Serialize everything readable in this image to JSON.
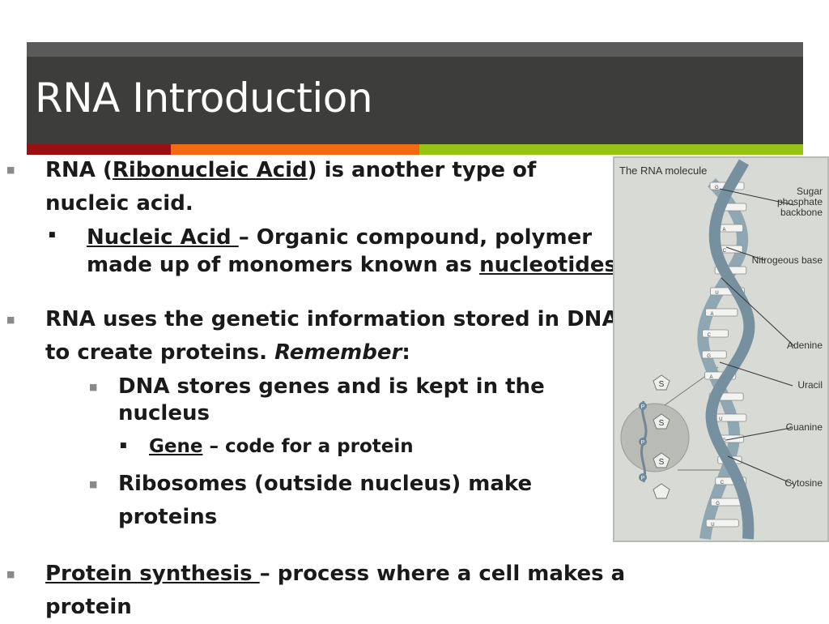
{
  "slide": {
    "title": "RNA Introduction",
    "accent_colors": [
      "#9a0f0f",
      "#f26a12",
      "#97c414"
    ]
  },
  "content": {
    "bullet1": {
      "line1_pre": "RNA (",
      "line1_term": "Ribonucleic Acid",
      "line1_post": ") is another type of",
      "line2": "nucleic acid.",
      "sub": {
        "term": "Nucleic Acid ",
        "line1_post": "– Organic compound, polymer",
        "line2_pre": "made up of monomers known as ",
        "line2_term": "nucleotides"
      }
    },
    "bullet2": {
      "line1": "RNA uses the genetic information stored in DNA",
      "line2_pre": "to create proteins.  ",
      "line2_em": "Remember",
      "line2_post": ":",
      "sub1": {
        "line1": "DNA stores genes and is kept in the",
        "line2": "nucleus",
        "subsub": {
          "term": "Gene",
          "post": " – code for a protein"
        }
      },
      "sub2": {
        "line1": "Ribosomes (outside nucleus) make",
        "line2": "proteins"
      }
    },
    "bullet3": {
      "term": "Protein synthesis ",
      "line1_post": "– process where a cell makes a",
      "line2": "protein"
    }
  },
  "figure": {
    "title": "The RNA molecule",
    "labels": {
      "sugar": [
        "Sugar",
        "phosphate",
        "backbone"
      ],
      "nitrogenous": "Nitrogeous base",
      "adenine": "Adenine",
      "uracil": "Uracil",
      "guanine": "Guanine",
      "cytosine": "Cytosine"
    },
    "inset_glyphs": {
      "phosphate": "P",
      "sugar": "S"
    },
    "base_letters": [
      "G",
      "U",
      "A",
      "C",
      "G",
      "U",
      "A",
      "C",
      "G",
      "A",
      "C",
      "U",
      "G",
      "A",
      "C",
      "G",
      "U"
    ]
  }
}
